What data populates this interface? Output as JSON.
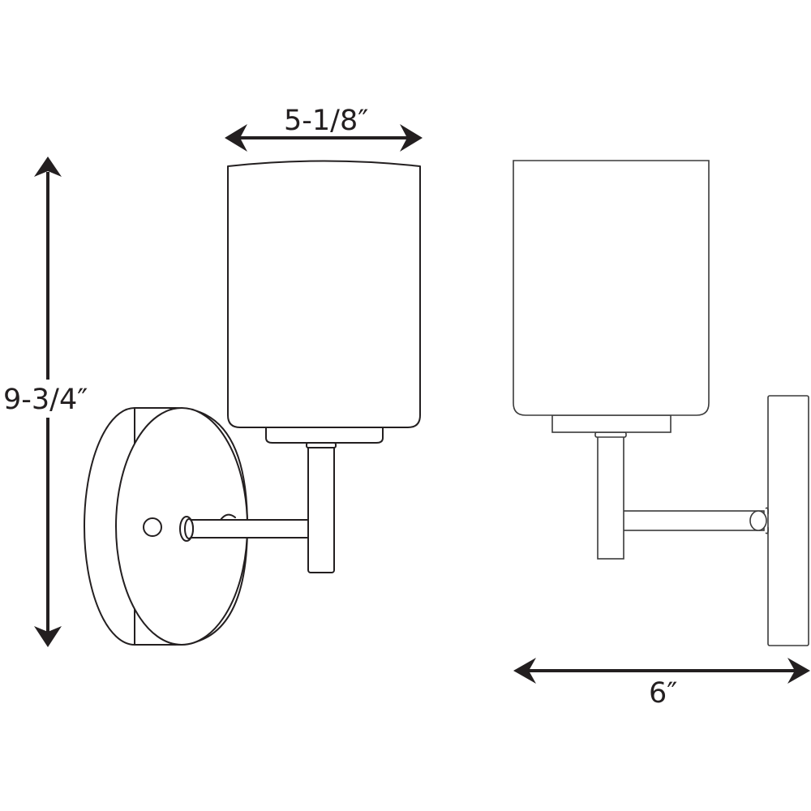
{
  "diagram": {
    "subject": "Wall sconce dimension drawing",
    "views": [
      {
        "id": "front-perspective-view",
        "description": "Sconce with round backplate, arm and cylindrical shade"
      },
      {
        "id": "side-view",
        "description": "Side profile with rectangular backplate"
      }
    ],
    "dimensions": {
      "shade_width": "5-1/8″",
      "height": "9-3/4″",
      "extension": "6″"
    },
    "colors": {
      "line": "#231f20",
      "background": "#ffffff"
    }
  }
}
